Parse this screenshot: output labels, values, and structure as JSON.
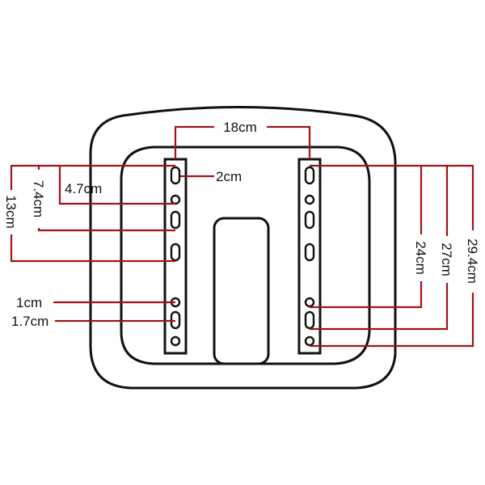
{
  "colors": {
    "dimension_line": "#a01419",
    "outline": "#111111",
    "background": "#ffffff"
  },
  "dimensions": {
    "top_width": "18cm",
    "slot_length": "2cm",
    "left_4_7": "4.7cm",
    "left_7_4": "7.4cm",
    "left_13": "13cm",
    "left_1": "1cm",
    "left_1_7": "1.7cm",
    "right_24": "24cm",
    "right_27": "27cm",
    "right_29_4": "29.4cm"
  }
}
